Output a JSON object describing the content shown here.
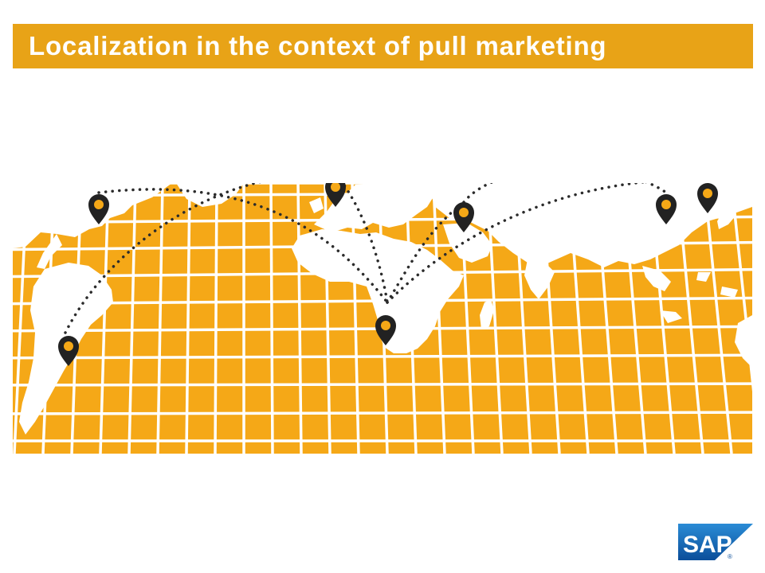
{
  "slide": {
    "title": "Localization in the context of pull marketing"
  },
  "colors": {
    "title_bar": "#e8a317",
    "map_ocean": "#f5a817",
    "grid": "#ffffff",
    "land": "#ffffff",
    "route": "#2b2b2b",
    "pin": "#222222",
    "pin_dot": "#f5a817"
  },
  "map": {
    "pins": [
      {
        "id": "north-america"
      },
      {
        "id": "europe"
      },
      {
        "id": "middle-east"
      },
      {
        "id": "china"
      },
      {
        "id": "japan"
      },
      {
        "id": "south-africa"
      },
      {
        "id": "south-america"
      }
    ]
  },
  "logo": {
    "text": "SAP",
    "registered": "®"
  }
}
